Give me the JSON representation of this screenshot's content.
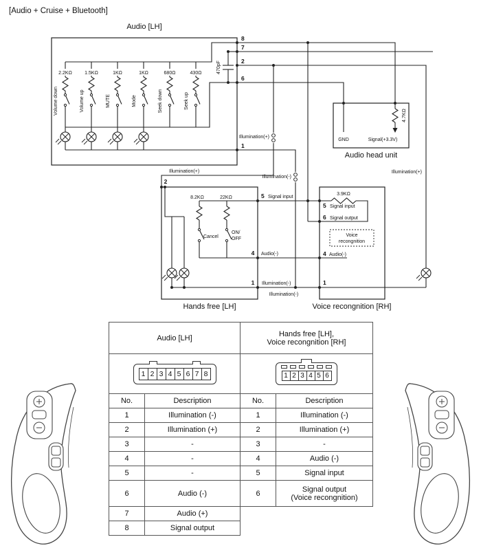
{
  "title": "[Audio + Cruise + Bluetooth]",
  "schematic": {
    "audio_module": {
      "label": "Audio [LH]",
      "resistors": [
        "2.2KΩ",
        "1.5KΩ",
        "1KΩ",
        "1KΩ",
        "680Ω",
        "430Ω"
      ],
      "switches": [
        "Volume down",
        "Volume up",
        "MUTE",
        "Mode",
        "Seek down",
        "Seek up"
      ],
      "capacitor": "470pF",
      "pins": {
        "p8": "8",
        "p7": "7",
        "p2": "2",
        "p6": "6",
        "p1": "1"
      }
    },
    "head_unit": {
      "label": "Audio head unit",
      "gnd": "GND",
      "signal": "Signal(+3.3V)",
      "resistor": "4.7KΩ"
    },
    "hands_free": {
      "label": "Hands free [LH]",
      "resistors": [
        "8.2KΩ",
        "22KΩ"
      ],
      "sw_cancel": "Cancel",
      "sw_on": "ON/",
      "sw_off": "OFF",
      "pins": {
        "p2": "2",
        "p5": "5",
        "p4": "4",
        "p1": "1"
      },
      "pin5_label": "Signal input",
      "pin4_label": "Audio(-)",
      "pin1_label": "Illumination(-)"
    },
    "voice": {
      "label": "Voice recongnition [RH]",
      "resistor": "3.9KΩ",
      "pins": {
        "p5": "5",
        "p6": "6",
        "p4": "4",
        "p1": "1"
      },
      "pin5_label": "Signal input",
      "pin6_label": "Signal output",
      "block1": "Voice",
      "block2": "recongnition",
      "pin4_label": "Audio(-)",
      "pin1_label": "Illumination(-)"
    },
    "labels": {
      "illum_plus_mid": "Illumination(+)",
      "illum_plus_feed": "Illumination(+)",
      "illum_minus_mid": "Illumination(-)",
      "illum_plus_right": "Illumination(+)"
    }
  },
  "pin_table": {
    "header_left": "Audio [LH]",
    "header_right1": "Hands free [LH],",
    "header_right2": "Voice recongnition [RH]",
    "col_no": "No.",
    "col_desc": "Description",
    "audio_connector_pins": [
      "1",
      "2",
      "3",
      "4",
      "5",
      "6",
      "7",
      "8"
    ],
    "hf_connector_pins": [
      "1",
      "2",
      "3",
      "4",
      "5",
      "6"
    ],
    "audio_rows": [
      {
        "no": "1",
        "desc": "Illumination (-)"
      },
      {
        "no": "2",
        "desc": "Illumination (+)"
      },
      {
        "no": "3",
        "desc": "-"
      },
      {
        "no": "4",
        "desc": "-"
      },
      {
        "no": "5",
        "desc": "-"
      },
      {
        "no": "6",
        "desc": "Audio (-)"
      },
      {
        "no": "7",
        "desc": "Audio (+)"
      },
      {
        "no": "8",
        "desc": "Signal output"
      }
    ],
    "hf_rows": [
      {
        "no": "1",
        "desc": "Illumination (-)"
      },
      {
        "no": "2",
        "desc": "Illumination (+)"
      },
      {
        "no": "3",
        "desc": "-"
      },
      {
        "no": "4",
        "desc": "Audio (-)"
      },
      {
        "no": "5",
        "desc": "Signal input"
      },
      {
        "no": "6",
        "desc1": "Signal output",
        "desc2": "(Voice recongnition)"
      }
    ]
  }
}
